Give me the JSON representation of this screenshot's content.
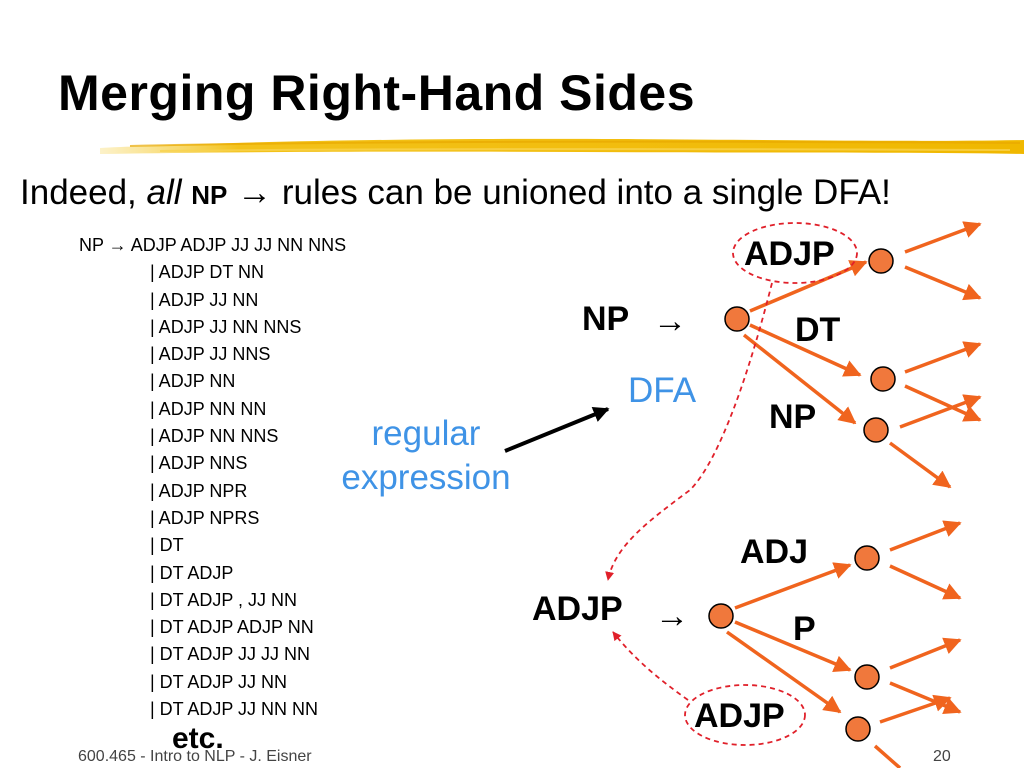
{
  "slide": {
    "title": "Merging Right-Hand Sides",
    "subtitle": {
      "before": "Indeed, ",
      "emphasis": "all",
      "nonterminal": "NP",
      "arrow": "→",
      "after": " rules can be unioned into a single DFA!"
    },
    "rules": {
      "first": "NP → ADJP ADJP JJ JJ NN NNS",
      "alternatives": [
        "| ADJP DT NN",
        "| ADJP JJ NN",
        "| ADJP JJ NN NNS",
        "| ADJP JJ NNS",
        "| ADJP NN",
        "| ADJP NN NN",
        "| ADJP NN NNS",
        "| ADJP NNS",
        "| ADJP NPR",
        "| ADJP NPRS",
        "| DT",
        "| DT ADJP",
        "| DT ADJP , JJ NN",
        "| DT ADJP ADJP NN",
        "| DT ADJP JJ JJ NN",
        "| DT ADJP JJ NN",
        "| DT ADJP JJ NN NN"
      ],
      "etc": "etc."
    },
    "diagram": {
      "np_dfa": {
        "start_label": "NP",
        "arrow": "→",
        "edges": [
          "ADJP",
          "DT",
          "NP"
        ]
      },
      "adjp_dfa": {
        "start_label": "ADJP",
        "arrow": "→",
        "edges": [
          "ADJ",
          "P",
          "ADJP"
        ]
      },
      "regex_label": "regular expression",
      "dfa_label": "DFA",
      "colors": {
        "state": "#f0783c",
        "edge": "#f0641e",
        "highlight": "#e0202a",
        "blue_text": "#3f93e6"
      }
    },
    "footer": {
      "left": "600.465 - Intro to NLP - J. Eisner",
      "page": "20"
    }
  }
}
